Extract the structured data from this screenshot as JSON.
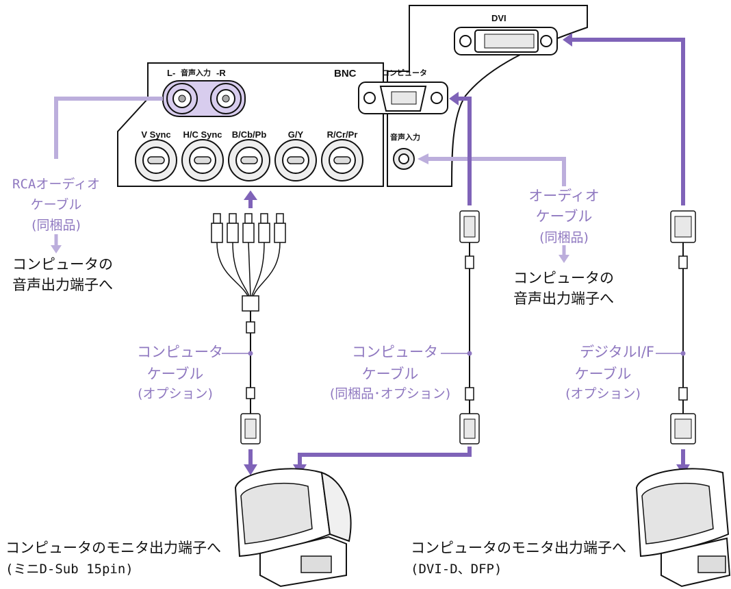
{
  "panel": {
    "dvi_label": "DVI",
    "computer_label": "コンピュータ",
    "audio_in_label": "音声入力",
    "bnc_label": "BNC",
    "lr_label_l": "L-",
    "lr_label_mid": "音声入力",
    "lr_label_r": "-R",
    "bnc_ports": [
      "V Sync",
      "H/C Sync",
      "B/Cb/Pb",
      "G/Y",
      "R/Cr/Pr"
    ]
  },
  "rca_cable": {
    "line1": "RCAオーディオ",
    "line2": "ケーブル",
    "line3": "(同梱品)"
  },
  "left_destination": {
    "line1": "コンピュータの",
    "line2": "音声出力端子へ"
  },
  "audio_cable": {
    "line1": "オーディオ",
    "line2": "ケーブル",
    "line3": "(同梱品)"
  },
  "mid_destination": {
    "line1": "コンピュータの",
    "line2": "音声出力端子へ"
  },
  "cable_bnc": {
    "line1": "コンピュータ",
    "line2": "ケーブル",
    "line3": "(オプション)"
  },
  "cable_vga": {
    "line1": "コンピュータ",
    "line2": "ケーブル",
    "line3": "(同梱品･オプション)"
  },
  "cable_dvi": {
    "line1": "デジタルI/F",
    "line2": "ケーブル",
    "line3": "(オプション)"
  },
  "monitor_left": {
    "line1": "コンピュータのモニタ出力端子へ",
    "line2": "(ミニD-Sub 15pin)"
  },
  "monitor_right": {
    "line1": "コンピュータのモニタ出力端子へ",
    "line2": "(DVI-D、DFP)"
  },
  "colors": {
    "accent_purple": "#8f78c0",
    "light_purple": "#bcaedc",
    "line": "#111111"
  }
}
